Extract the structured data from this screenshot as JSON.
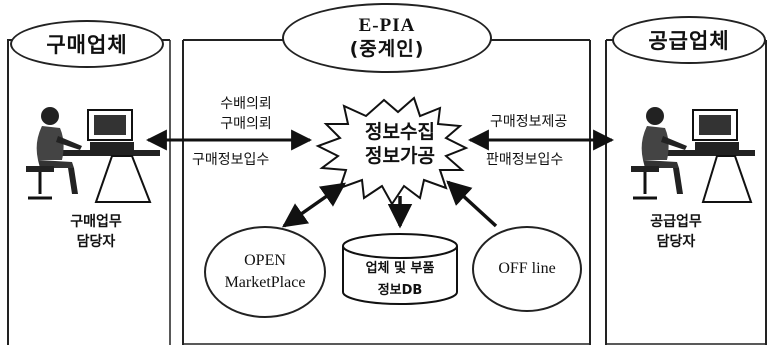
{
  "buyer": {
    "title": "구매업체",
    "person_label": [
      "구매업무",
      "담당자"
    ]
  },
  "broker": {
    "title": "E-PIA",
    "subtitle": "(중계인)"
  },
  "supplier": {
    "title": "공급업체",
    "person_label": [
      "공급업무",
      "담당자"
    ]
  },
  "hub": {
    "lines": [
      "정보수집",
      "정보가공"
    ]
  },
  "left_flow": {
    "to_hub": [
      "수배의뢰",
      "구매의뢰"
    ],
    "from_hub": "구매정보입수"
  },
  "right_flow": {
    "to_supplier": "구매정보제공",
    "from_supplier": "판매정보입수"
  },
  "sources": {
    "open_market": [
      "OPEN",
      "MarketPlace"
    ],
    "db": [
      "업체 및 부품",
      "정보DB"
    ],
    "offline": "OFF line"
  },
  "icons": [
    "worker-at-computer-icon"
  ]
}
